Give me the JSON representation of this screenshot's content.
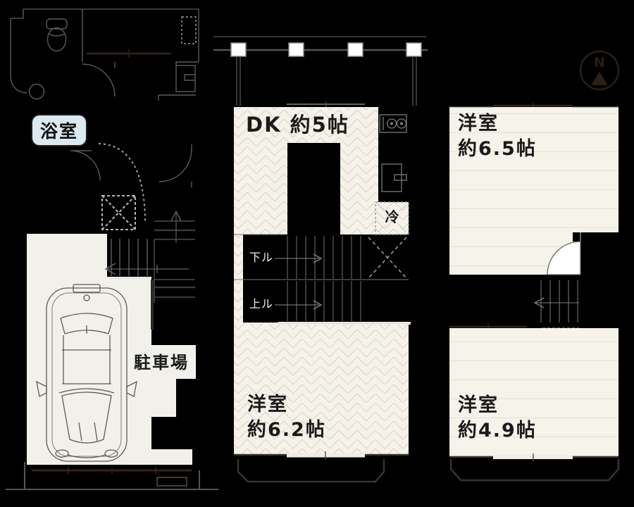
{
  "plan": {
    "floor1": {
      "bath": "浴室",
      "parking": "駐車場"
    },
    "floor2": {
      "dk": "DK 約5帖",
      "stairs_down": "下ル",
      "stairs_up": "上ル",
      "refrigerator": "冷",
      "room_name": "洋室",
      "room_size": "約6.2帖"
    },
    "floor3": {
      "room_a_name": "洋室",
      "room_a_size": "約6.5帖",
      "room_b_name": "洋室",
      "room_b_size": "約4.9帖"
    },
    "compass": {
      "north": "N"
    }
  },
  "icons": {
    "toilet-icon": "tank + bowl outline",
    "washbasin-icon": "circle basin",
    "vanity-sink-icon": "rect with faucet",
    "laundry-space-icon": "dashed rectangle",
    "elevator-shaft-icon": "dashed square with X",
    "stairs-icon": "parallel treads with direction arrow",
    "car-icon": "top-view car outline",
    "stove-icon": "two burner circles",
    "kitchen-sink-icon": "rect with tap",
    "door-swing-icon": "quarter-circle arc",
    "north-compass-icon": "circle with N and solid triangle"
  },
  "colors": {
    "background": "#000000",
    "line_gray": "#555555",
    "line_dark_brown": "#33241d",
    "floor_herringbone": "#f5f2ea",
    "floor_plank": "#f6f3eb",
    "bath_chip_bg": "#dbe9f1",
    "stair_text": "#ededed",
    "text": "#1a1a1a"
  }
}
